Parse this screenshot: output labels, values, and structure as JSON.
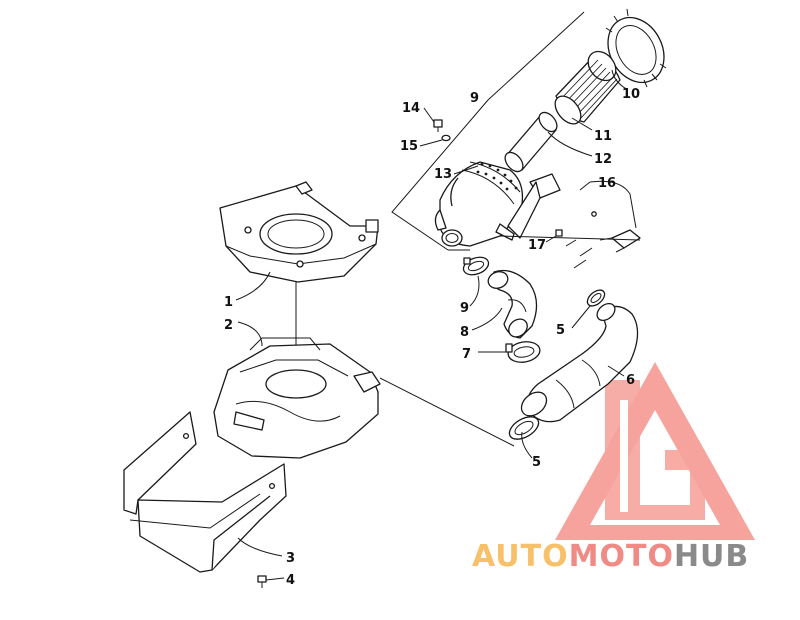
{
  "diagram": {
    "callouts": [
      {
        "id": "c14",
        "text": "14"
      },
      {
        "id": "c15",
        "text": "15"
      },
      {
        "id": "c9a",
        "text": "9"
      },
      {
        "id": "c10",
        "text": "10"
      },
      {
        "id": "c11",
        "text": "11"
      },
      {
        "id": "c12",
        "text": "12"
      },
      {
        "id": "c13",
        "text": "13"
      },
      {
        "id": "c16",
        "text": "16"
      },
      {
        "id": "c17",
        "text": "17"
      },
      {
        "id": "c1",
        "text": "1"
      },
      {
        "id": "c2",
        "text": "2"
      },
      {
        "id": "c9b",
        "text": "9"
      },
      {
        "id": "c8",
        "text": "8"
      },
      {
        "id": "c5a",
        "text": "5"
      },
      {
        "id": "c7",
        "text": "7"
      },
      {
        "id": "c6",
        "text": "6"
      },
      {
        "id": "c5b",
        "text": "5"
      },
      {
        "id": "c3",
        "text": "3"
      },
      {
        "id": "c4",
        "text": "4"
      }
    ]
  },
  "watermark": {
    "part1": "AUTO",
    "part2": "MOTO",
    "part3": "HUB",
    "colors": {
      "part1": "#f7c16a",
      "part2": "#f08a84",
      "part3": "#8a8a8a",
      "triangle": "#f5948c"
    }
  }
}
